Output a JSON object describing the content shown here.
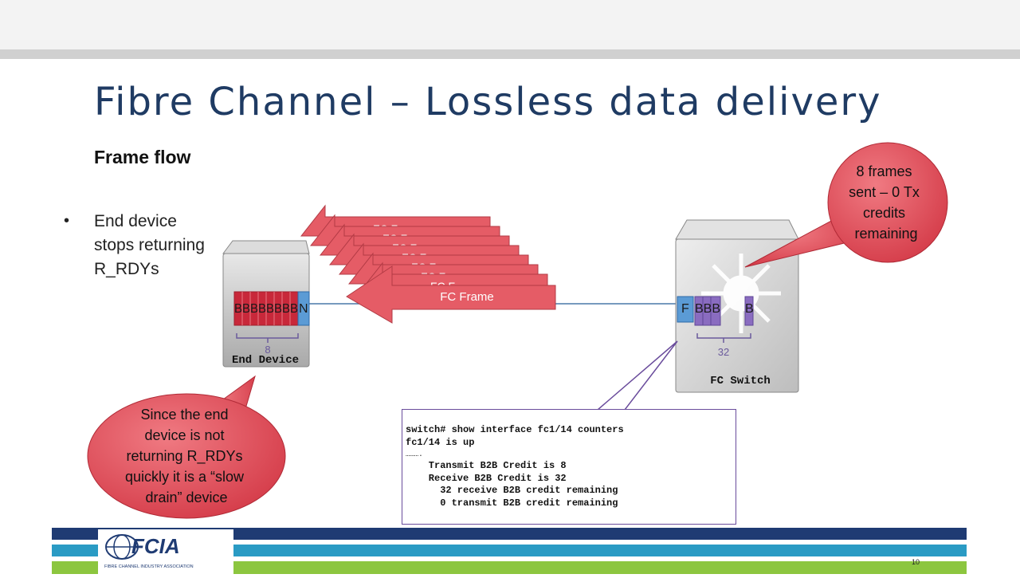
{
  "slide": {
    "title": "Fibre Channel – Lossless data delivery",
    "subtitle": "Frame flow",
    "bullet": "End device stops returning R_RDYs",
    "page_number": "10"
  },
  "diagram": {
    "end_device_label": "End Device",
    "end_device_buffer_text": "BBBBBBBB",
    "end_device_port": "N",
    "end_device_count": "8",
    "switch_label": "FC Switch",
    "switch_port": "F",
    "switch_buffer_text": "BBB",
    "switch_buffer_last": "B",
    "switch_count": "32",
    "frame_label": "FC Frame",
    "frame_stack_label": "FC F",
    "callout_switch": [
      "8 frames",
      "sent – 0 Tx",
      "credits",
      "remaining"
    ],
    "callout_device": [
      "Since the end",
      "device is not",
      "returning  R_RDYs",
      "quickly it is a “slow",
      "drain” device"
    ]
  },
  "cli": {
    "lines": [
      "switch# show interface fc1/14 counters",
      "fc1/14 is up",
      "……….",
      "    Transmit B2B Credit is 8",
      "    Receive B2B Credit is 32",
      "      32 receive B2B credit remaining",
      "      0 transmit B2B credit remaining"
    ]
  },
  "footer": {
    "logo_text": "FCIA",
    "logo_subtext": "FIBRE CHANNEL INDUSTRY ASSOCIATION"
  },
  "colors": {
    "title": "#1f3b63",
    "frame_red": "#e0505a",
    "buffer_red": "#c8283a",
    "port_blue": "#5b9bd5",
    "switch_buffer_purple": "#8a6cc0",
    "footer_navy": "#1f3b73",
    "footer_teal": "#2a9bc4",
    "footer_green": "#8cc63f",
    "callout_red": "#de4b55"
  }
}
